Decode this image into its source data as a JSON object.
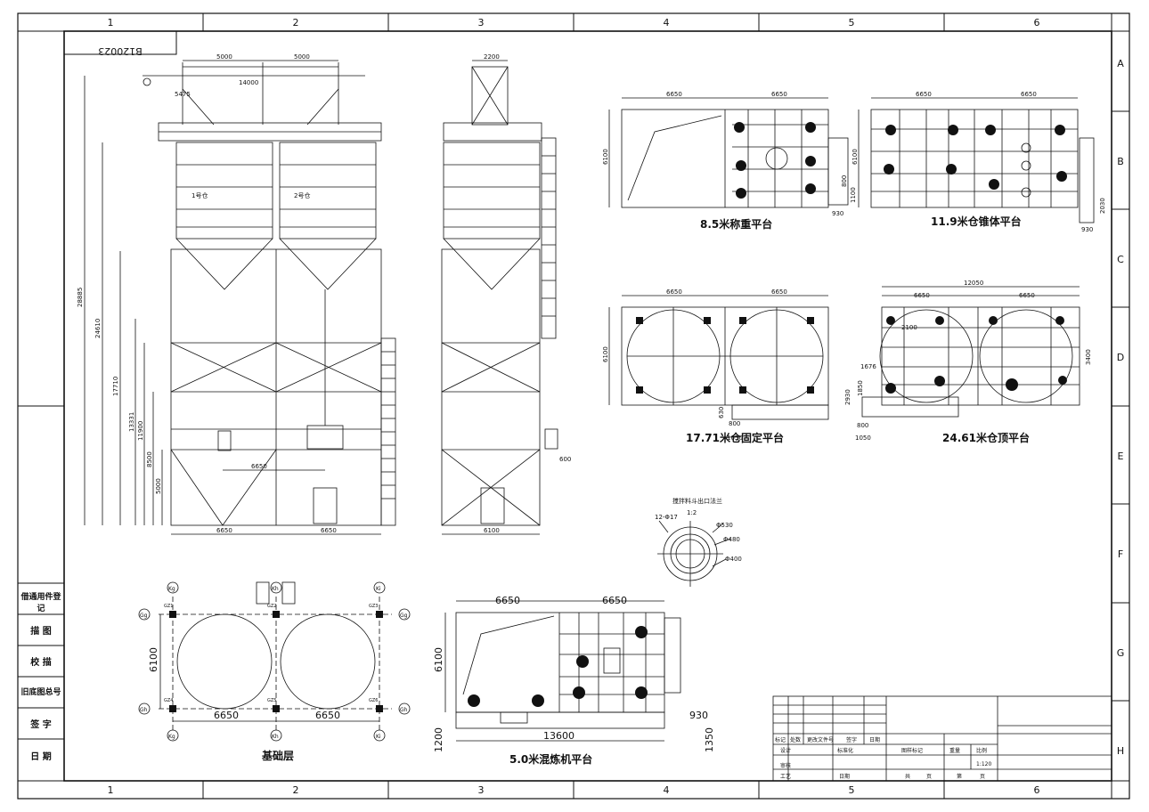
{
  "drawing_number": "B120023",
  "grid": {
    "cols": [
      "1",
      "2",
      "3",
      "4",
      "5",
      "6"
    ],
    "rows": [
      "A",
      "B",
      "C",
      "D",
      "E",
      "F",
      "G",
      "H"
    ]
  },
  "left_column": [
    "借通用件登记",
    "描 图",
    "校 描",
    "旧底图总号",
    "签 字",
    "日 期"
  ],
  "elevation": {
    "label_1": "1号仓",
    "label_2": "2号仓",
    "top_dims": [
      "5000",
      "5000",
      "14000",
      "5475"
    ],
    "heights": [
      "28885",
      "24610",
      "17710",
      "13331",
      "11900",
      "8500",
      "5000"
    ],
    "bottom_dims": [
      "6650",
      "6650"
    ],
    "inner_dim": "6650"
  },
  "side_view": {
    "top_dim": "2200",
    "bottom_dim": "6100",
    "side_dim": "600"
  },
  "plans": {
    "p1": {
      "title": "8.5米称重平台",
      "dims": [
        "6650",
        "6650",
        "6100",
        "800",
        "1100",
        "930"
      ]
    },
    "p2": {
      "title": "11.9米仓锥体平台",
      "dims": [
        "6650",
        "6650",
        "6100",
        "930",
        "2030"
      ]
    },
    "p3": {
      "title": "17.71米仓固定平台",
      "dims": [
        "6650",
        "6650",
        "6100",
        "630",
        "800",
        "1050"
      ]
    },
    "p4": {
      "title": "24.61米仓顶平台",
      "dims": [
        "6650",
        "6650",
        "12050",
        "2100",
        "1676",
        "3400",
        "2930",
        "1850",
        "800",
        "1050"
      ]
    },
    "flange": {
      "title": "搅拌料斗出口法兰",
      "sub": "1:2",
      "dims": [
        "12-Φ17",
        "Φ530",
        "Φ480",
        "Φ400"
      ]
    },
    "foundation": {
      "title": "基础层",
      "dims": [
        "6650",
        "6650",
        "6100"
      ],
      "axes": [
        "Kg",
        "Kh",
        "Ki",
        "Gg",
        "Gh"
      ],
      "marks": [
        "GZ1",
        "GZ2",
        "GZ3",
        "GZ4",
        "GZ5",
        "GZ6"
      ]
    },
    "mixer": {
      "title": "5.0米混炼机平台",
      "dims": [
        "6650",
        "6650",
        "6100",
        "930",
        "13600",
        "1200",
        "1350"
      ]
    }
  },
  "title_block": {
    "headers": [
      "标记",
      "处数",
      "更改文件号",
      "签字",
      "日期"
    ],
    "roles": [
      "设计",
      "标准化",
      "审核",
      "工艺",
      "日期"
    ],
    "fields": [
      "图样标记",
      "重量",
      "比例"
    ],
    "scale": "1:120",
    "sheet": [
      "共",
      "页",
      "第",
      "页"
    ]
  }
}
